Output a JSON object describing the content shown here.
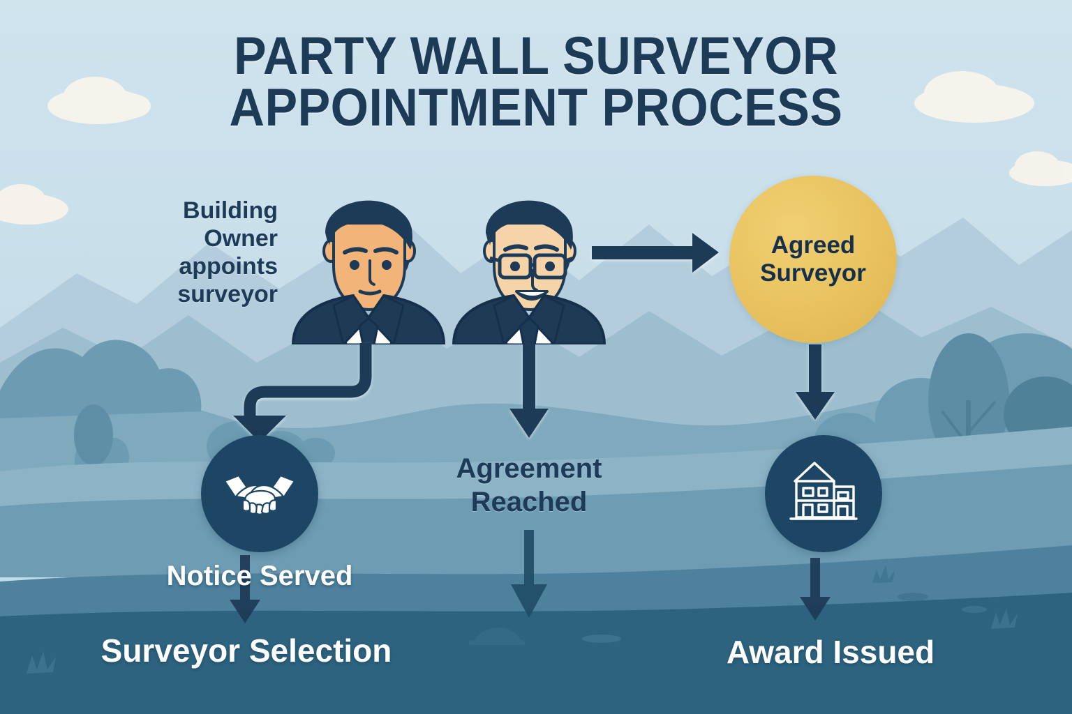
{
  "title": {
    "line1": "PARTY WALL SURVEYOR",
    "line2": "APPOINTMENT PROCESS"
  },
  "captions": {
    "building_owner": "Building Owner appoints surveyor"
  },
  "nodes": {
    "agreed_surveyor": {
      "line1": "Agreed",
      "line2": "Surveyor"
    },
    "notice_served": "Notice Served",
    "surveyor_selection": "Surveyor Selection",
    "agreement_reached": {
      "line1": "Agreement",
      "line2": "Reached"
    },
    "award_issued": "Award Issued"
  },
  "icons": {
    "handshake": "handshake-icon",
    "building": "building-icon",
    "surveyor_one": "surveyor-avatar-icon",
    "surveyor_two": "surveyor-with-glasses-avatar-icon",
    "arrow_right": "arrow-right-icon",
    "arrow_down": "arrow-down-icon",
    "elbow_arrow": "elbow-arrow-icon"
  },
  "colors": {
    "navy": "#1d3a57",
    "deep_navy": "#1d4664",
    "amber": "#e8c25e",
    "sky": "#c6dce8",
    "white": "#ffffff",
    "teal_band": "#2d637f",
    "skin_one": "#f2b478",
    "skin_two": "#f7d3a8"
  }
}
